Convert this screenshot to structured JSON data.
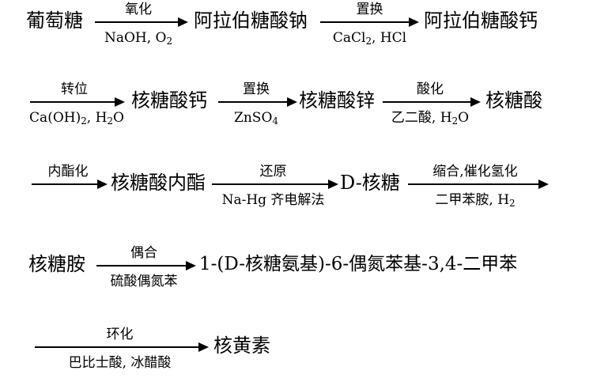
{
  "rows": [
    {
      "species": [
        "葡萄糖",
        "阿拉伯糖酸钠",
        "阿拉伯糖酸钙"
      ],
      "arrows": [
        {
          "above": "氧化",
          "below": "NaOH, O",
          "below_sub": "2"
        },
        {
          "above": "置换",
          "below": "CaCl",
          "below_sub": "2",
          "below_tail": ", HCl"
        }
      ]
    },
    {
      "species": [
        "核糖酸钙",
        "核糖酸锌",
        "核糖酸"
      ],
      "arrows": [
        {
          "above": "转位",
          "below": "Ca(OH)",
          "below_sub": "2",
          "below_tail": ", H",
          "below_sub2": "2",
          "below_tail2": "O"
        },
        {
          "above": "置换",
          "below": "ZnSO",
          "below_sub": "4"
        },
        {
          "above": "酸化",
          "below": "乙二酸, H",
          "below_sub": "2",
          "below_tail": "O"
        }
      ]
    },
    {
      "species": [
        "核糖酸内酯",
        "D-核糖"
      ],
      "arrows": [
        {
          "above": "内酯化"
        },
        {
          "above": "还原",
          "below": "Na-Hg 齐电解法"
        },
        {
          "above": "缩合,催化氢化",
          "below": "二甲苯胺, H",
          "below_sub": "2"
        }
      ]
    },
    {
      "species": [
        "核糖胺",
        "1-(D-核糖氨基)-6-偶氮苯基-3,4-二甲苯"
      ],
      "arrows": [
        {
          "above": "偶合",
          "below": "硫酸偶氮苯"
        }
      ]
    },
    {
      "species": [
        "核黄素"
      ],
      "arrows": [
        {
          "above": "环化",
          "below": "巴比士酸, 冰醋酸"
        }
      ]
    }
  ]
}
